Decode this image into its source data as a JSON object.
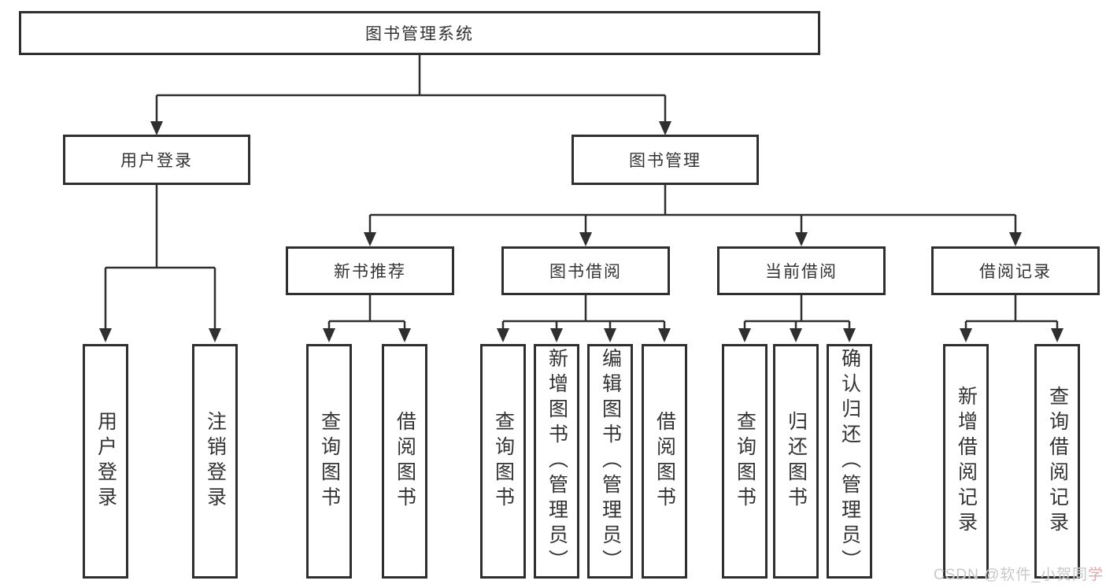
{
  "diagram": {
    "root": {
      "label": "图书管理系统"
    },
    "branches": [
      {
        "label": "用户登录",
        "children": [
          {
            "label": "用户登录"
          },
          {
            "label": "注销登录"
          }
        ]
      },
      {
        "label": "图书管理",
        "sections": [
          {
            "label": "新书推荐",
            "children": [
              {
                "label": "查询图书"
              },
              {
                "label": "借阅图书"
              }
            ]
          },
          {
            "label": "图书借阅",
            "children": [
              {
                "label": "查询图书"
              },
              {
                "label": "新增图书（管理员）"
              },
              {
                "label": "编辑图书（管理员）"
              },
              {
                "label": "借阅图书"
              }
            ]
          },
          {
            "label": "当前借阅",
            "children": [
              {
                "label": "查询图书"
              },
              {
                "label": "归还图书"
              },
              {
                "label": "确认归还（管理员）"
              }
            ]
          },
          {
            "label": "借阅记录",
            "children": [
              {
                "label": "新增借阅记录"
              },
              {
                "label": "查询借阅记录"
              }
            ]
          }
        ]
      }
    ],
    "watermark": {
      "text": "CSDN @软件_小贺同",
      "accent": "学"
    }
  },
  "colors": {
    "line": "#2f2f2f",
    "border": "#2f2f2f",
    "text": "#333333",
    "watermark": "#c8c8c8",
    "watermark_accent": "#eda2a2",
    "background": "#ffffff"
  }
}
